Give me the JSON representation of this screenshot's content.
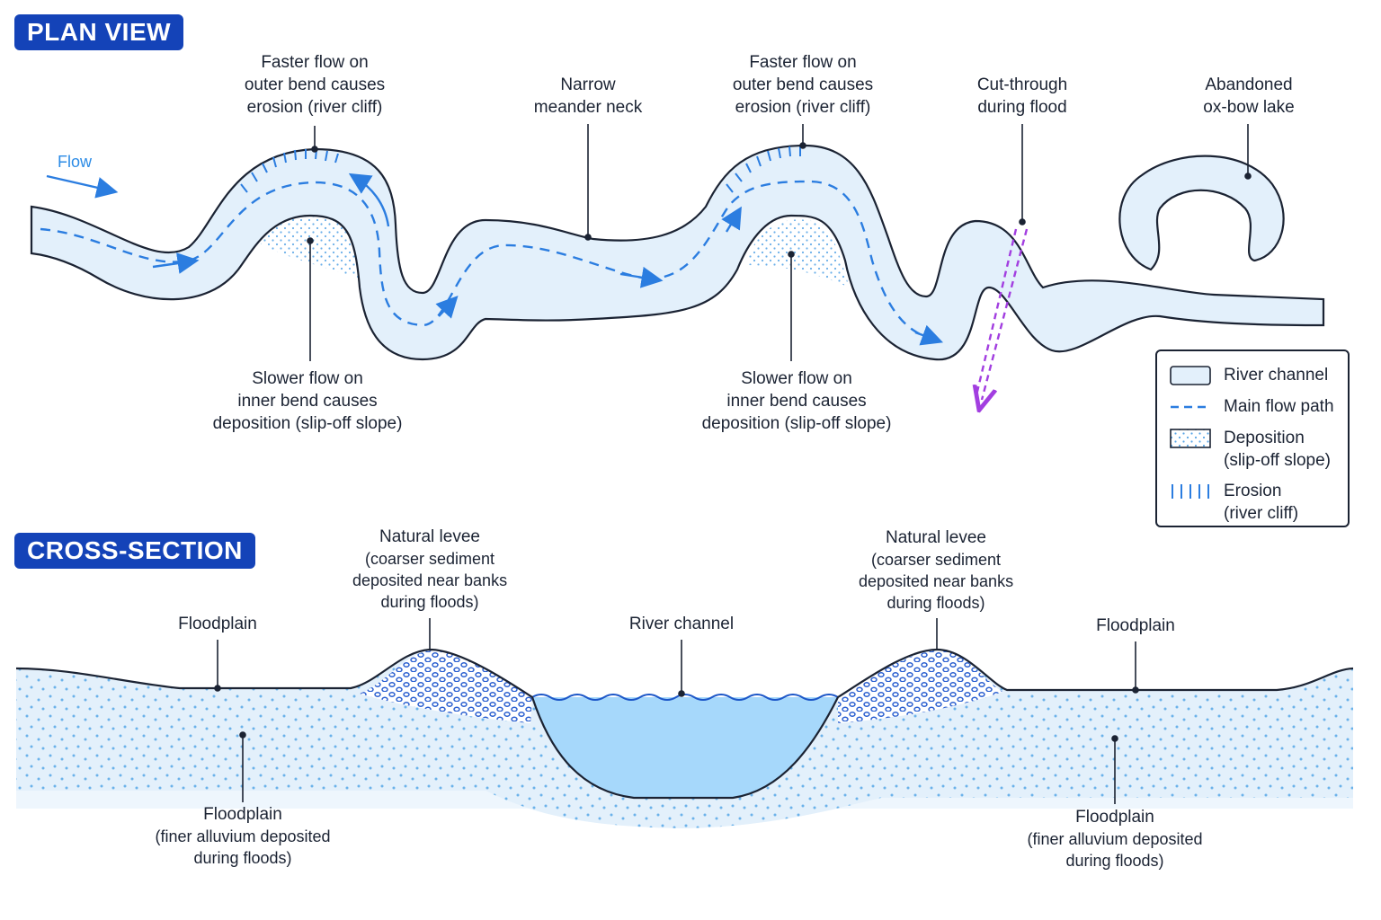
{
  "plan_view": {
    "title": "PLAN VIEW",
    "flow_label": "Flow",
    "labels": {
      "faster_left": [
        "Faster flow on",
        "outer bend causes",
        "erosion (river cliff)"
      ],
      "narrow_neck": [
        "Narrow",
        "meander neck"
      ],
      "faster_right": [
        "Faster flow on",
        "outer bend causes",
        "erosion (river cliff)"
      ],
      "cut_through": [
        "Cut-through",
        "during flood"
      ],
      "oxbow": [
        "Abandoned",
        "ox-bow lake"
      ],
      "slower_left": [
        "Slower flow on",
        "inner bend causes",
        "deposition (slip-off slope)"
      ],
      "slower_right": [
        "Slower flow on",
        "inner bend causes",
        "deposition (slip-off slope)"
      ]
    },
    "legend": [
      {
        "symbol": "channel",
        "lines": [
          "River channel"
        ]
      },
      {
        "symbol": "dashed",
        "lines": [
          "Main flow path"
        ]
      },
      {
        "symbol": "dots",
        "lines": [
          "Deposition",
          "(slip-off slope)"
        ]
      },
      {
        "symbol": "ticks",
        "lines": [
          "Erosion",
          "(river cliff)"
        ]
      }
    ]
  },
  "cross_section": {
    "title": "CROSS-SECTION",
    "labels": {
      "floodplain_top_left": "Floodplain",
      "levee_left": [
        "Natural levee",
        "(coarser sediment",
        "deposited near banks",
        "during floods)"
      ],
      "river_channel": "River channel",
      "levee_right": [
        "Natural levee",
        "(coarser sediment",
        "deposited near banks",
        "during floods)"
      ],
      "floodplain_top_right": "Floodplain",
      "floodplain_bottom_left": [
        "Floodplain",
        "(finer alluvium deposited",
        "during floods)"
      ],
      "floodplain_bottom_right": [
        "Floodplain",
        "(finer alluvium deposited",
        "during floods)"
      ]
    }
  },
  "colors": {
    "badge": "#1443b8",
    "channel_fill": "#e3f0fb",
    "flow_path": "#2b7de0",
    "cut_through": "#a23ee0",
    "water": "#a6d8fb",
    "sediment_dots": "#5aa6e6",
    "outline": "#1b2333"
  }
}
